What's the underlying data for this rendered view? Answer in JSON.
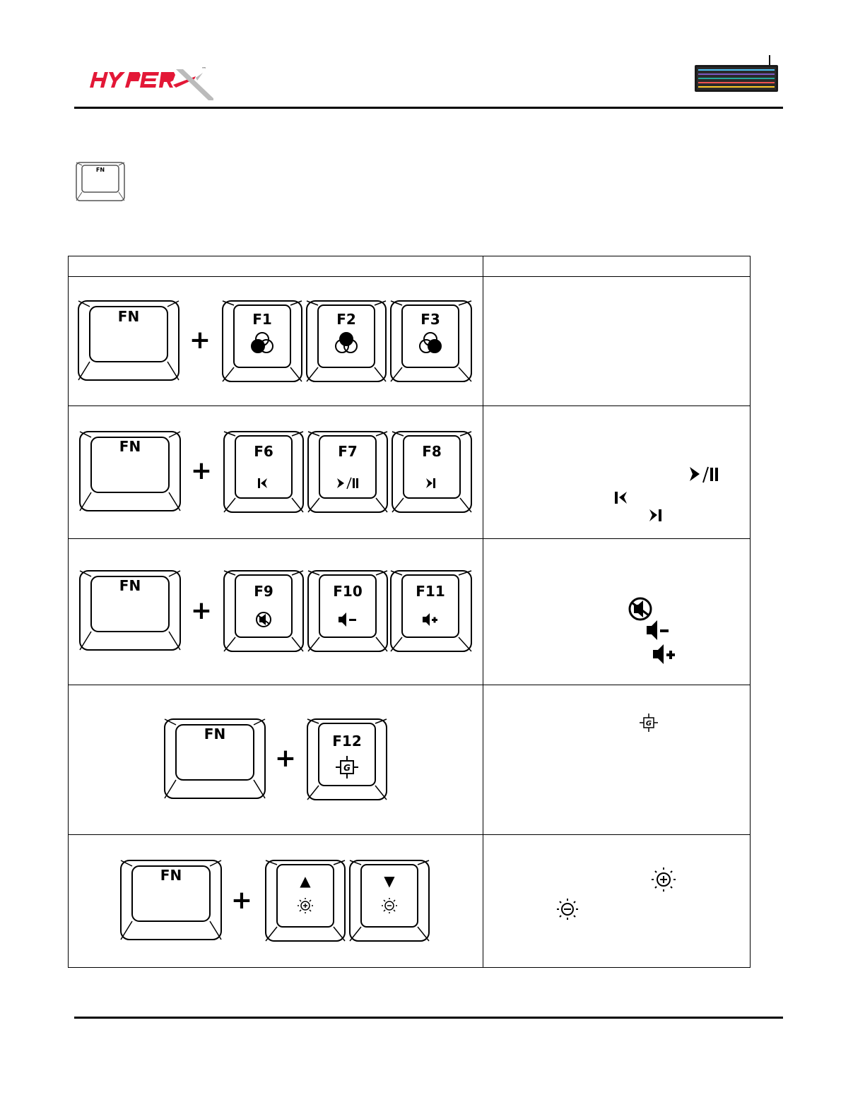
{
  "brand": {
    "logo_text": "HYPERX",
    "trademark": "™"
  },
  "fn_key_label": "FN",
  "table": {
    "rows": [
      {
        "modifier": "FN",
        "plus": "+",
        "keys": [
          "F1",
          "F2",
          "F3"
        ]
      },
      {
        "modifier": "FN",
        "plus": "+",
        "keys": [
          "F6",
          "F7",
          "F8"
        ]
      },
      {
        "modifier": "FN",
        "plus": "+",
        "keys": [
          "F9",
          "F10",
          "F11"
        ]
      },
      {
        "modifier": "FN",
        "plus": "+",
        "keys": [
          "F12"
        ]
      },
      {
        "modifier": "FN",
        "plus": "+",
        "keys": [
          "▲",
          "▼"
        ]
      }
    ]
  },
  "colors": {
    "accent_red": "#e31837",
    "line": "#000000"
  }
}
